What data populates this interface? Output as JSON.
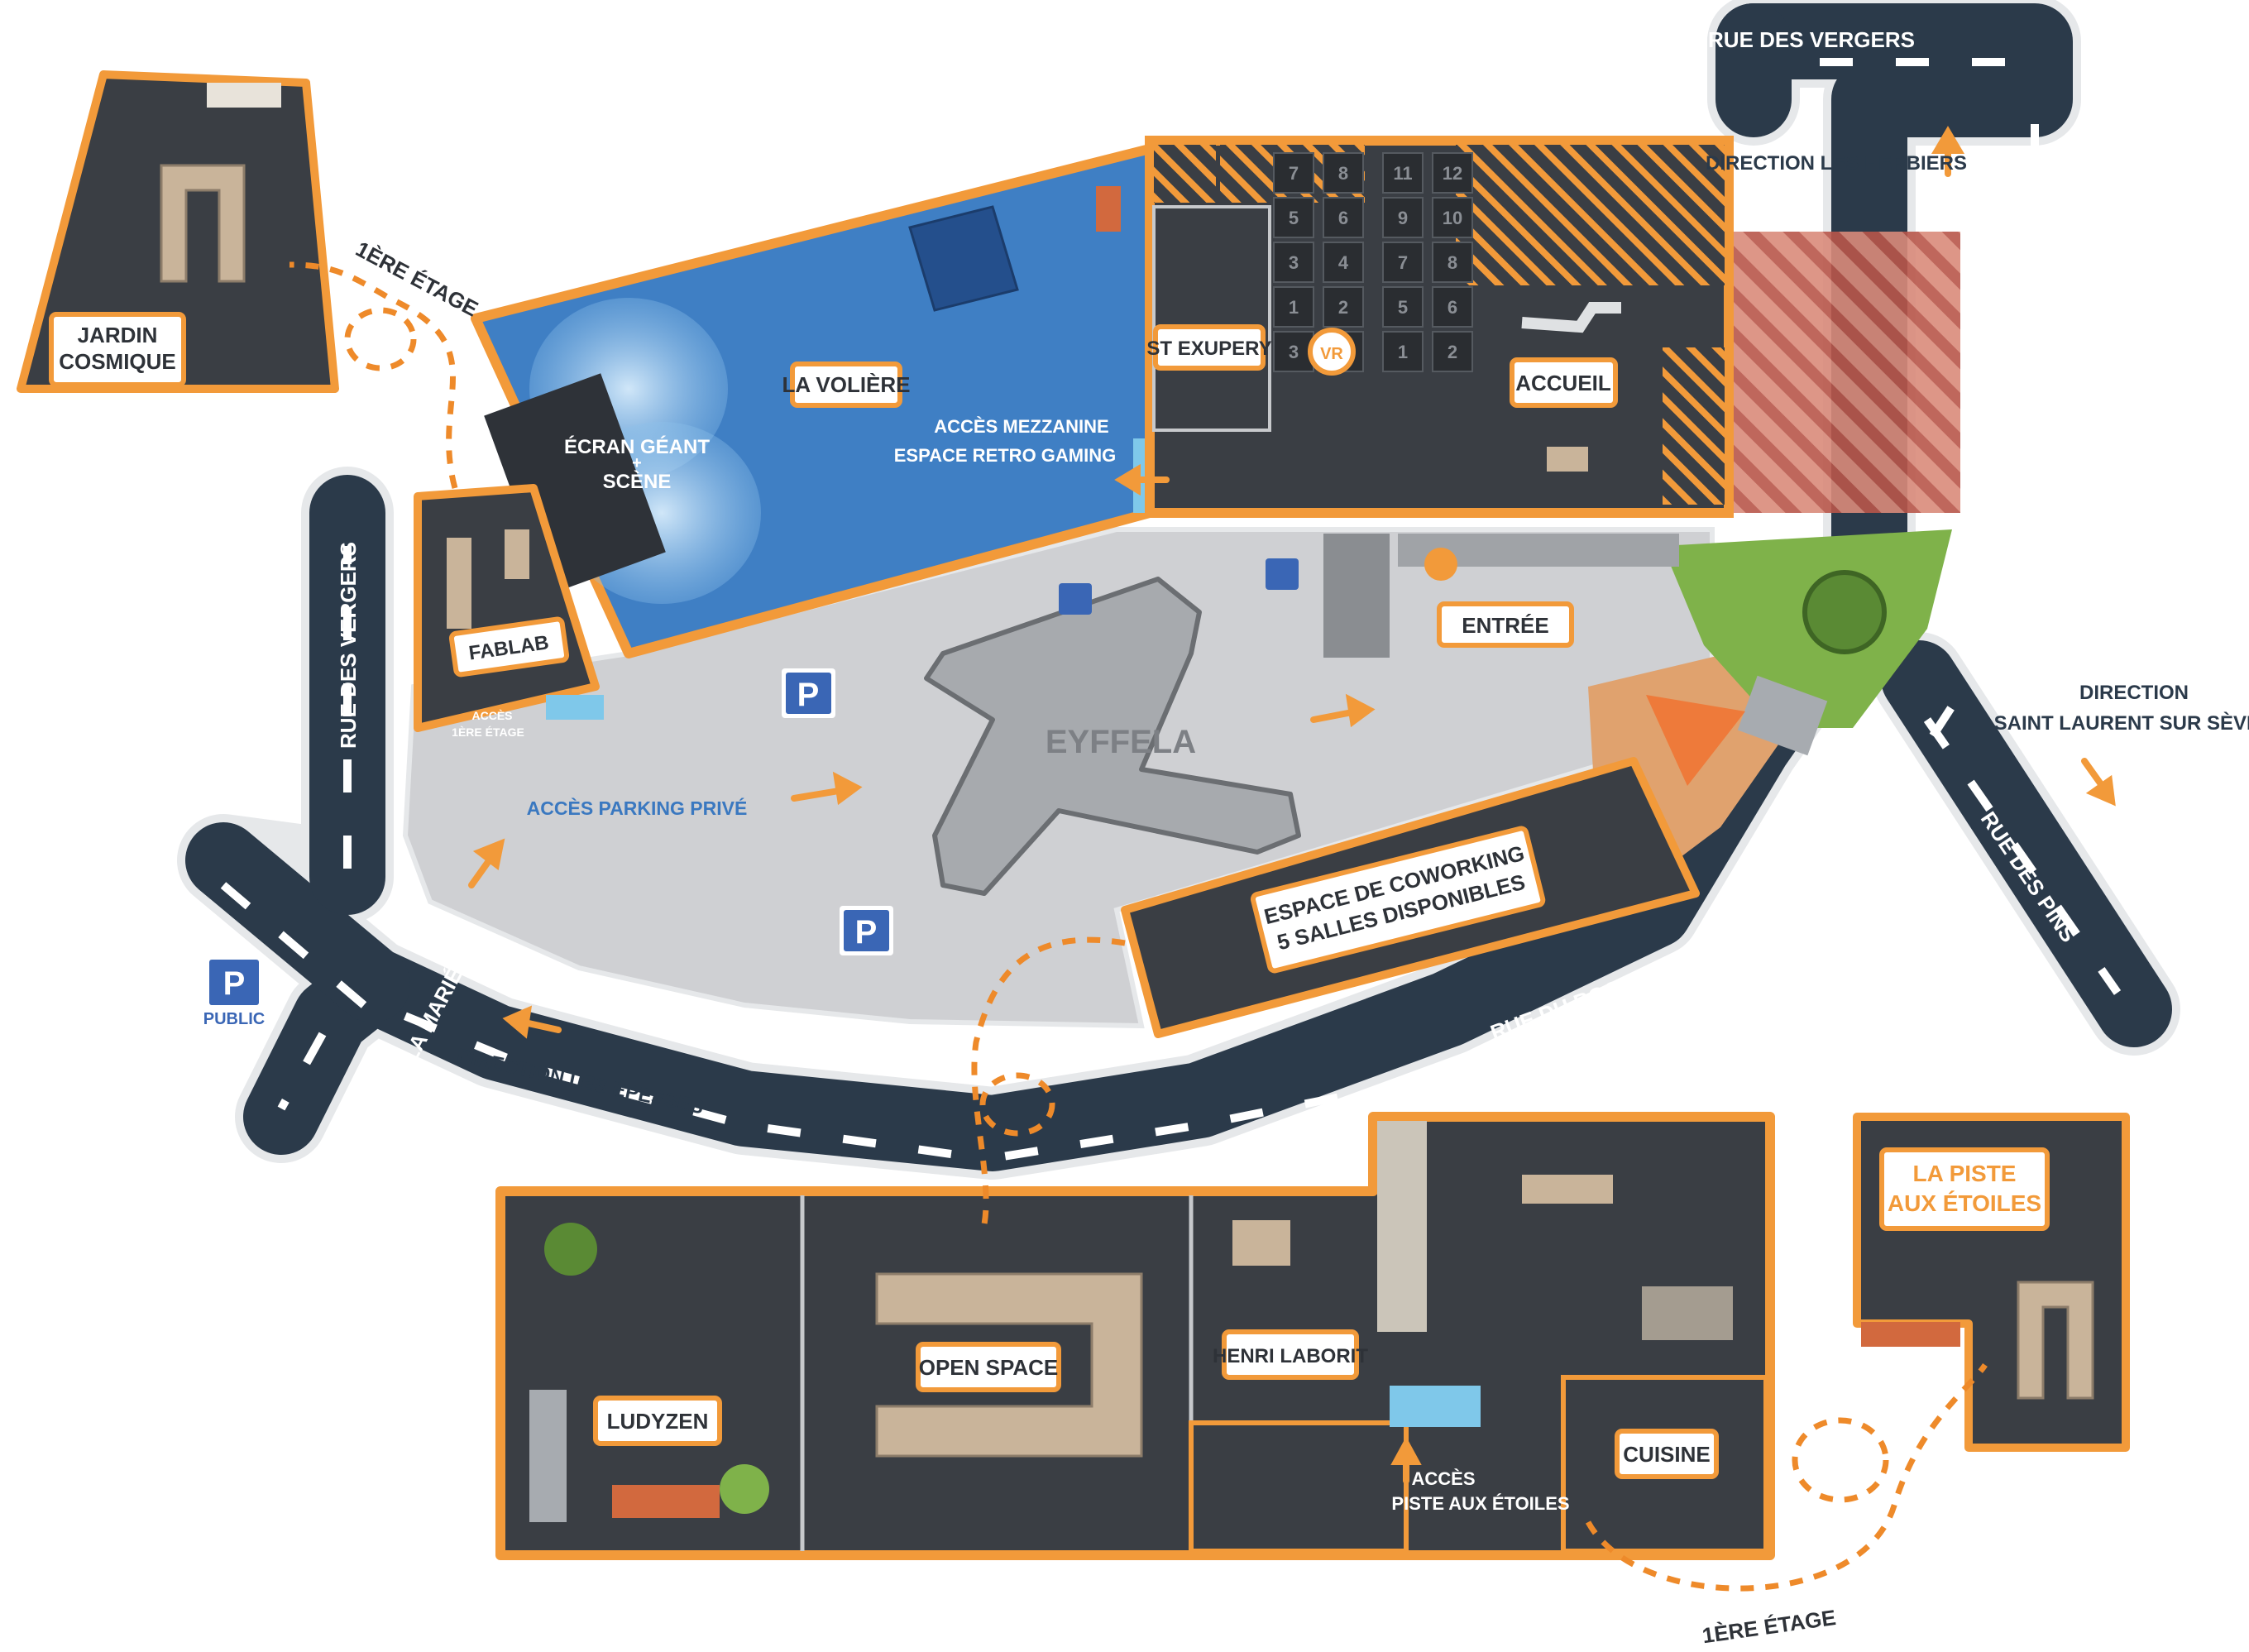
{
  "colors": {
    "road": "#2b3a4a",
    "orange": "#f29a3a",
    "room": "#3a3e44",
    "blue_hall": "#3f7fc4",
    "parking": "#cfd0d3",
    "grass": "#7fb24a",
    "terrace": "#e0a26e",
    "hatch": "#c8614c"
  },
  "streets": {
    "vergers_top": "RUE DES VERGERS",
    "vergers_left": "RUE DES VERGERS",
    "mariee": "RUE DE LA MARIÉE",
    "bocage": "RUE DU BOCAGE",
    "pins": "RUE DES PINS"
  },
  "directions": {
    "herbiers": "DIRECTION LES HERBIERS",
    "saint_laurent_1": "DIRECTION",
    "saint_laurent_2": "SAINT LAURENT SUR SÈVRE",
    "epesses": "DIRECTION LES ÉPESSES"
  },
  "main_building": {
    "voliere": "LA VOLIÈRE",
    "ecran_1": "ÉCRAN GÉANT",
    "ecran_2": "+",
    "ecran_3": "SCÈNE",
    "mezzanine_1": "ACCÈS MEZZANINE",
    "mezzanine_2": "ESPACE RETRO GAMING",
    "st_exupery": "ST EXUPERY",
    "accueil": "ACCUEIL",
    "vr": "VR",
    "fablab": "FABLAB",
    "fablab_access_1": "ACCÈS",
    "fablab_access_2": "1ÈRE ÉTAGE",
    "lockers": [
      "7",
      "8",
      "11",
      "12",
      "5",
      "6",
      "9",
      "10",
      "3",
      "4",
      "7",
      "8",
      "1",
      "2",
      "5",
      "6",
      "3",
      "4",
      "1",
      "2"
    ]
  },
  "upstairs_left": {
    "jardin_1": "JARDIN",
    "jardin_2": "COSMIQUE",
    "floor": "1ÈRE ÉTAGE"
  },
  "outdoor": {
    "entree": "ENTRÉE",
    "eyffela": "EYFFELA",
    "parking_prive": "ACCÈS PARKING PRIVÉ",
    "parking_symbol": "P",
    "public": "PUBLIC",
    "coworking_1": "ESPACE DE COWORKING",
    "coworking_2": "5 SALLES DISPONIBLES"
  },
  "lower_building": {
    "ludyzen": "LUDYZEN",
    "open_space": "OPEN SPACE",
    "henri_laborit": "HENRI LABORIT",
    "cuisine": "CUISINE",
    "access_1": "ACCÈS",
    "access_2": "PISTE AUX ÉTOILES",
    "floor": "1ÈRE ÉTAGE"
  },
  "upstairs_right": {
    "piste_1": "LA PISTE",
    "piste_2": "AUX ÉTOILES"
  }
}
